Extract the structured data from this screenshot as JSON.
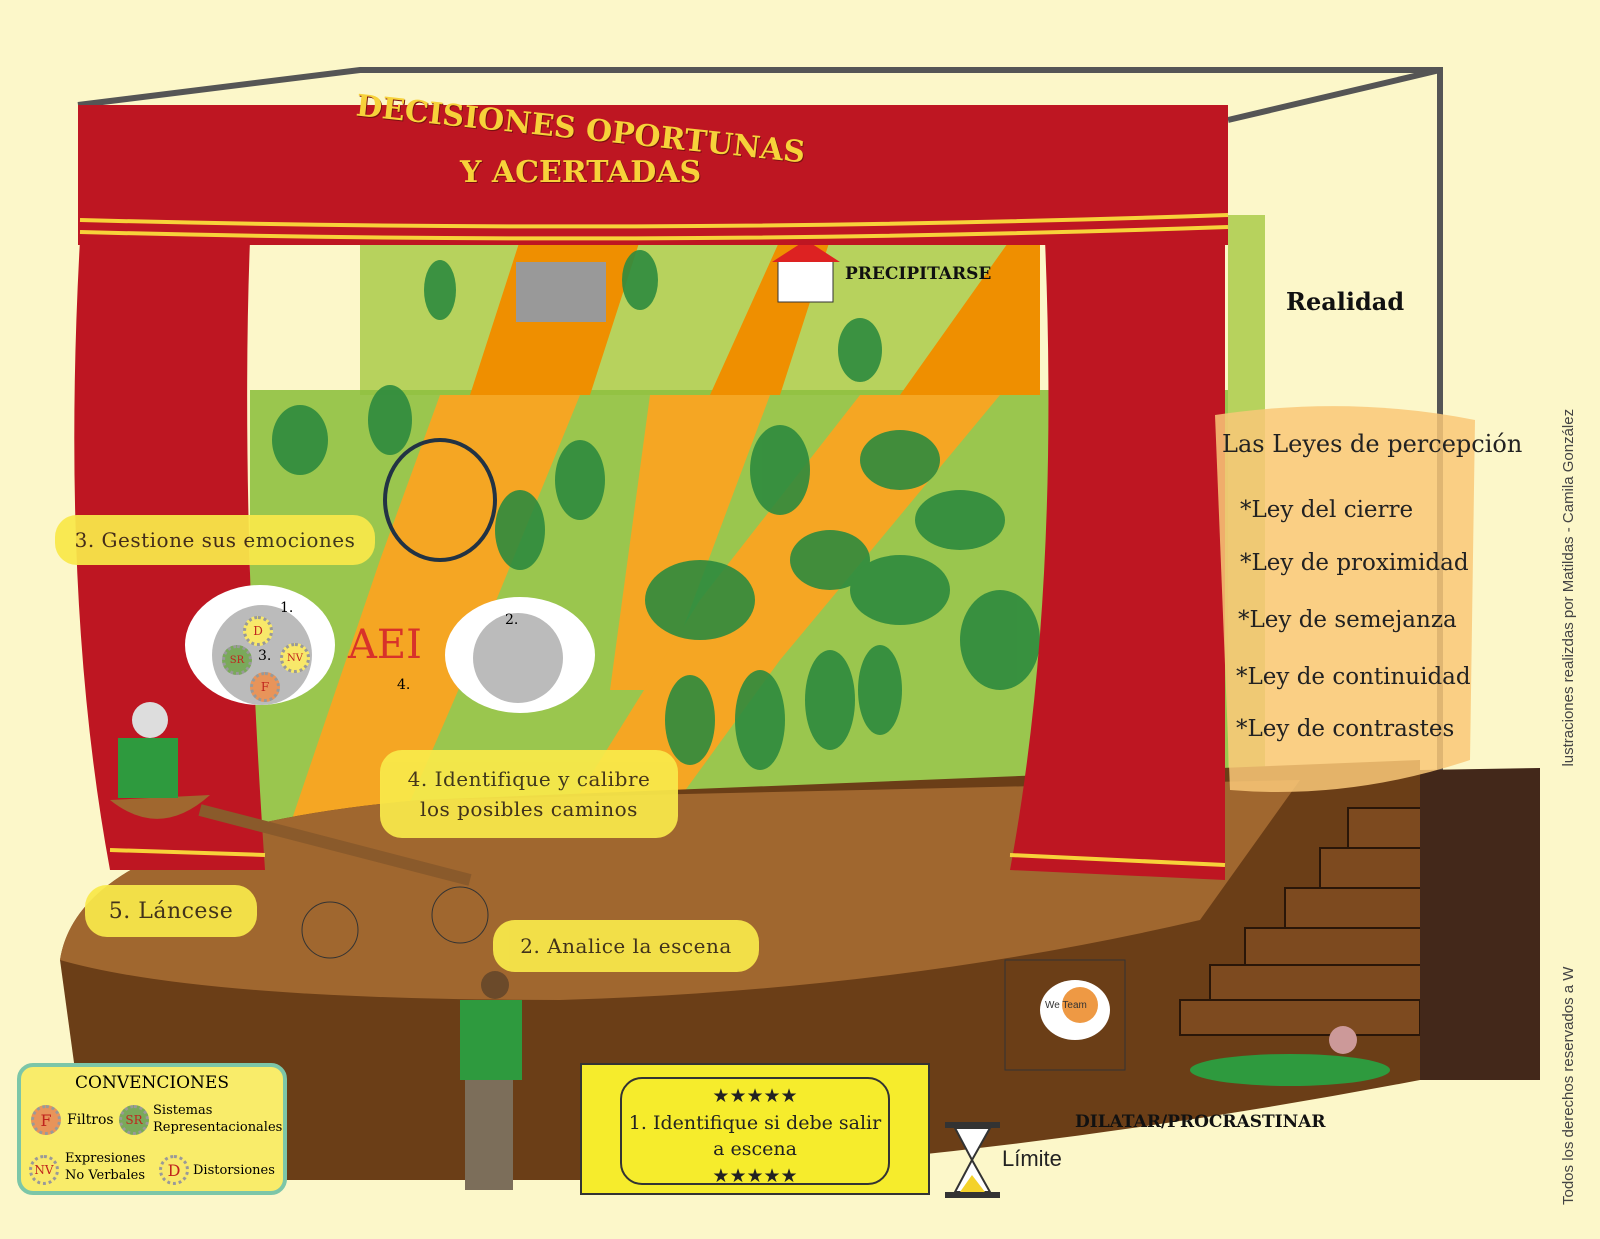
{
  "banner": {
    "line1": "DECISIONES OPORTUNAS",
    "line2": "Y ACERTADAS"
  },
  "labels": {
    "precipitarse": "PRECIPITARSE",
    "realidad": "Realidad",
    "aei": "AEI",
    "dilatar": "DILATAR/PROCRASTINAR",
    "limite": "Límite",
    "step_num_1": "1.",
    "step_num_2": "2.",
    "step_num_3": "3.",
    "step_num_4": "4."
  },
  "steps": {
    "s1": "1. Identifique si debe salir a escena",
    "s1_stars": "★★★★★",
    "s2": "2. Analice la escena",
    "s3": "3. Gestione sus emociones",
    "s4_line1": "4. Identifique y calibre",
    "s4_line2": "los posibles caminos",
    "s5": "5. Láncese"
  },
  "laws": {
    "title": "Las Leyes de percepción",
    "items": [
      "*Ley del cierre",
      "*Ley de proximidad",
      "*Ley de semejanza",
      "*Ley de continuidad",
      "*Ley de contrastes"
    ]
  },
  "conventions": {
    "title": "CONVENCIONES",
    "items": [
      {
        "code": "F",
        "label": "Filtros"
      },
      {
        "code": "SR",
        "label": "Sistemas Representacionales"
      },
      {
        "code": "NV",
        "label": "Expresiones No Verbales"
      },
      {
        "code": "D",
        "label": "Distorsiones"
      }
    ]
  },
  "gear_codes": {
    "d": "D",
    "sr": "SR",
    "nv": "NV",
    "f": "F"
  },
  "logo": "We Team",
  "credits": {
    "left": "Todos los derechos reservados a W",
    "right": "lustraciones realizdas por Matildas - Camila González"
  },
  "colors": {
    "curtain": "#be1622",
    "gold": "#f7d23a",
    "stage": "#6b3e17",
    "grass": "#8fc040",
    "path": "#f5a623",
    "callout": "#f9e94a"
  }
}
